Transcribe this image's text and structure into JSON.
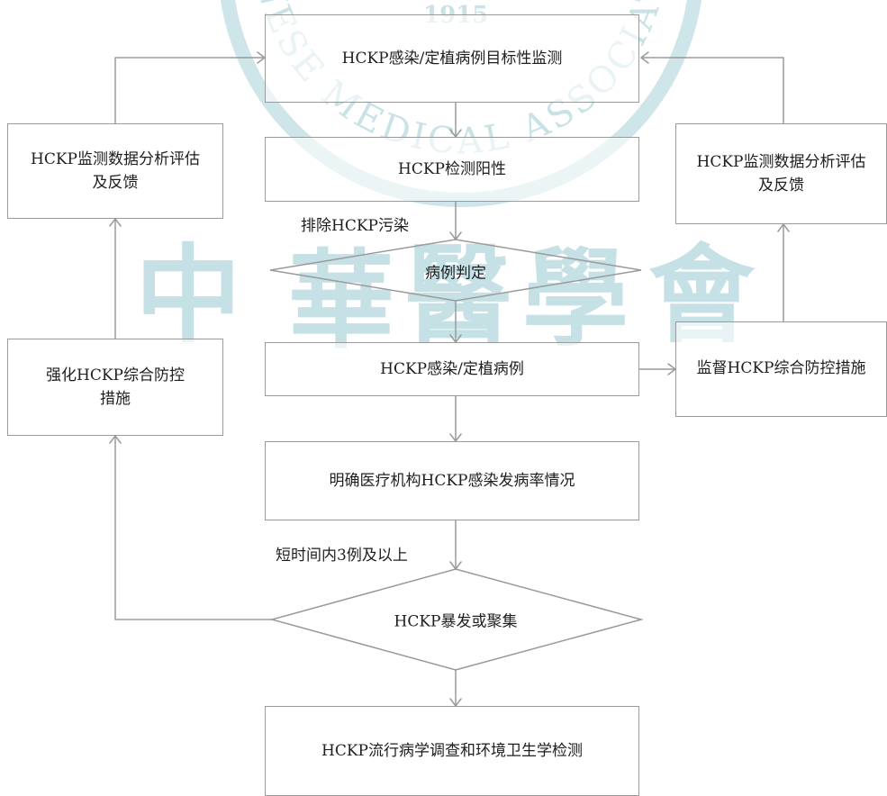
{
  "watermark": {
    "year": "1915",
    "arc_text": "CHINESE MEDICAL ASSOCIATION",
    "chars": [
      "中",
      "華",
      "醫",
      "學",
      "會"
    ],
    "color": "#4fa3b0"
  },
  "nodes": {
    "target_monitoring": "HCKP感染/定植病例目标性监测",
    "positive_test": "HCKP检测阳性",
    "case_judgement": "病例判定",
    "infection_case": "HCKP感染/定植病例",
    "incidence": "明确医疗机构HCKP感染发病率情况",
    "outbreak_decision": "HCKP暴发或聚集",
    "epidemiology": "HCKP流行病学调查和环境卫生学检测",
    "left_analysis": [
      "HCKP监测数据分析评估",
      "及反馈"
    ],
    "left_strengthen": [
      "强化HCKP综合防控",
      "措施"
    ],
    "right_analysis": [
      "HCKP监测数据分析评估",
      "及反馈"
    ],
    "right_supervise": [
      "监督HCKP综合防控措施"
    ]
  },
  "edge_labels": {
    "exclude_contamination": "排除HCKP污染",
    "three_cases": "短时间内3例及以上"
  },
  "colors": {
    "line": "#9a9a9a",
    "text": "#1e1e1e"
  }
}
